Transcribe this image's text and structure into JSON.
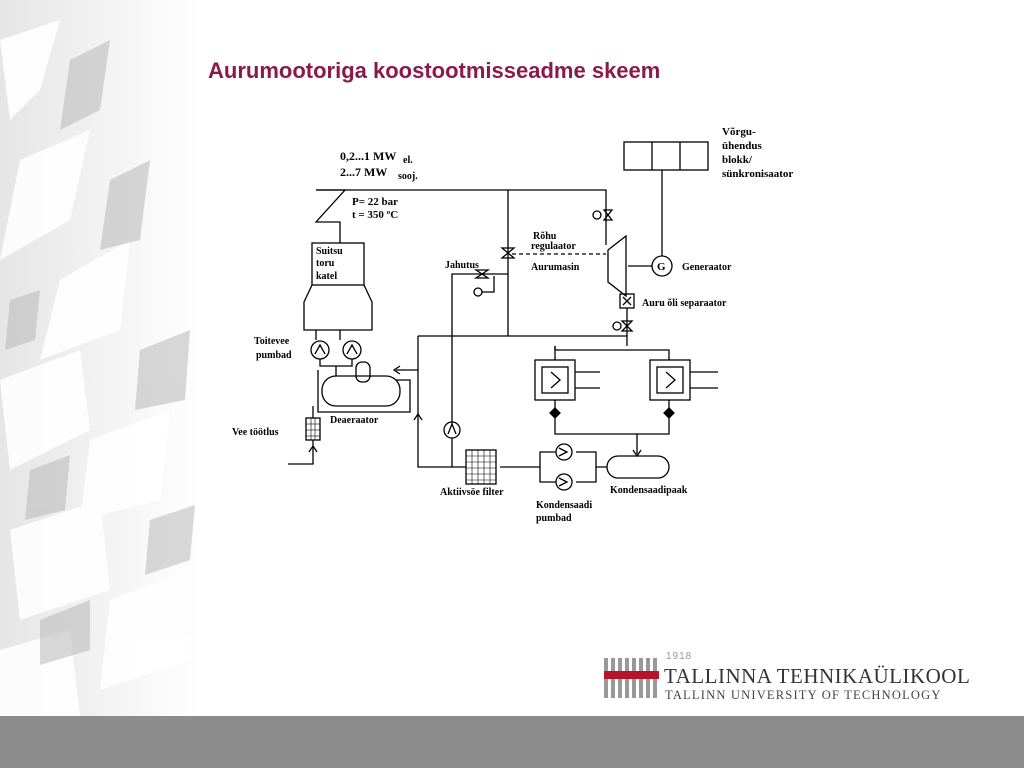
{
  "slide": {
    "title": "Aurumootoriga koostootmisseadme skeem"
  },
  "colors": {
    "title": "#8a1a4a",
    "bottom_bar": "#8c8c8c",
    "logo_red": "#b5142b",
    "logo_gray": "#999999"
  },
  "diagram": {
    "labels": {
      "power_el": "0,2...1 MW",
      "power_el_sub": "el.",
      "power_heat": "2...7 MW",
      "power_heat_sub": "sooj.",
      "pressure": "P= 22 bar",
      "temperature": "t = 350 ºC",
      "grid_1": "Võrgu-",
      "grid_2": "ühendus",
      "grid_3": "blokk/",
      "grid_4": "sünkronisaator",
      "boiler_1": "Suitsu",
      "boiler_2": "toru",
      "boiler_3": "katel",
      "pressure_reg_1": "Rõhu",
      "pressure_reg_2": "regulaator",
      "cooling": "Jahutus",
      "steam_engine": "Aurumasin",
      "generator_symbol": "G",
      "generator": "Generaator",
      "oil_separator": "Auru õli separaator",
      "feed_pumps_1": "Toitevee",
      "feed_pumps_2": "pumbad",
      "deaerator": "Deaeraator",
      "water_treatment": "Vee töötlus",
      "carbon_filter": "Aktiivsöe filter",
      "condensate_tank": "Kondensaadipaak",
      "condensate_pumps_1": "Kondensaadi",
      "condensate_pumps_2": "pumbad"
    }
  },
  "logo": {
    "year": "1918",
    "name": "TALLINNA TEHNIKAÜLIKOOL",
    "subtitle": "TALLINN UNIVERSITY OF TECHNOLOGY"
  }
}
